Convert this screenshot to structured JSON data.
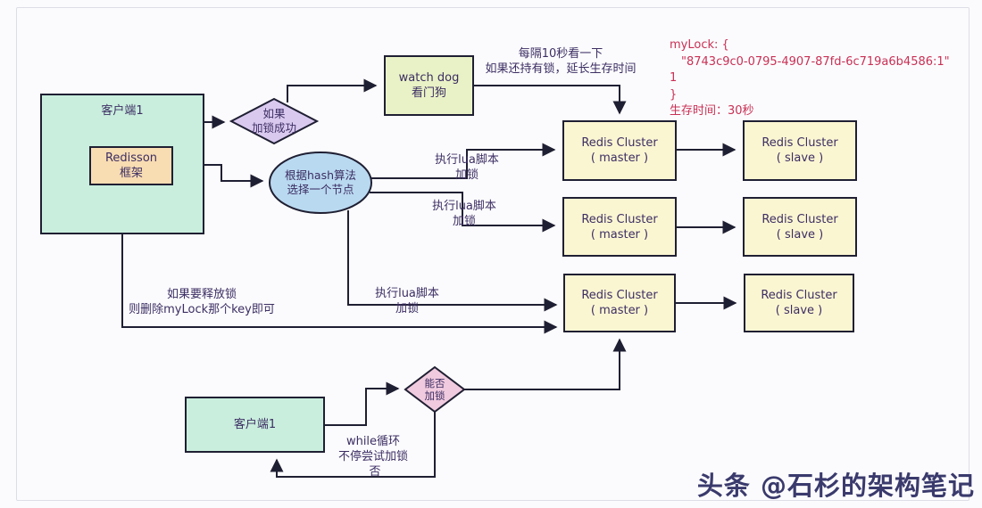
{
  "nodes": {
    "client_top": {
      "label": "客户端1"
    },
    "redisson": {
      "line1": "Redisson",
      "line2": "框架"
    },
    "lock_success": {
      "line1": "如果",
      "line2": "加锁成功"
    },
    "watchdog": {
      "line1": "watch dog",
      "line2": "看门狗"
    },
    "hash_select": {
      "line1": "根据hash算法",
      "line2": "选择一个节点"
    },
    "client_bottom": {
      "label": "客户端1"
    },
    "can_lock": {
      "line1": "能否",
      "line2": "加锁"
    }
  },
  "clusters": [
    {
      "master": [
        "Redis Cluster",
        "( master )"
      ],
      "slave": [
        "Redis Cluster",
        "( slave )"
      ]
    },
    {
      "master": [
        "Redis Cluster",
        "( master )"
      ],
      "slave": [
        "Redis Cluster",
        "( slave )"
      ]
    },
    {
      "master": [
        "Redis Cluster",
        "( master )"
      ],
      "slave": [
        "Redis Cluster",
        "( slave )"
      ]
    }
  ],
  "annotations": {
    "watchdog_note_line1": "每隔10秒看一下",
    "watchdog_note_line2": "如果还持有锁，延长生存时间",
    "mylock_lines": [
      "myLock: {",
      "\"8743c9c0-0795-4907-87fd-6c719a6b4586:1\"",
      "1",
      "}",
      "生存时间：30秒"
    ],
    "lua_label_line1": "执行lua脚本",
    "lua_label_line2": "加锁",
    "release_line1": "如果要释放锁",
    "release_line2": "则删除myLock那个key即可",
    "while_line1": "while循环",
    "while_line2": "不停尝试加锁",
    "no_label": "否"
  },
  "watermark": "头条 @石杉的架构笔记",
  "colors": {
    "ink": "#1f1f33",
    "text": "#3c2e63",
    "red_note": "#c93055",
    "watermark": "#3a3a6d",
    "mint_fill": "#c9eedd",
    "peach_fill": "#f8dcb2",
    "lime_fill": "#e9f2c6",
    "lavender_fill": "#d9c9ef",
    "blue_fill": "#b9d9f0",
    "cream_fill": "#fbf6d2",
    "pink_fill": "#f0cade"
  }
}
